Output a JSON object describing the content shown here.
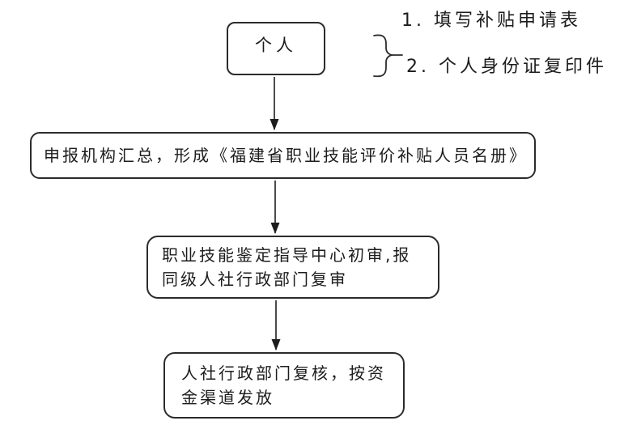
{
  "page": {
    "background_color": "#ffffff",
    "line_color": "#2b2b2b",
    "text_color": "#1c1c1c"
  },
  "flowchart": {
    "nodes": [
      {
        "id": "individual",
        "label": "个人"
      },
      {
        "id": "agency-summary",
        "label": "申报机构汇总，形成《福建省职业技能评价补贴人员名册》"
      },
      {
        "id": "center-review",
        "label": "职业技能鉴定指导中心初审,报\n同级人社行政部门复审"
      },
      {
        "id": "hr-disburse",
        "label": "人社行政部门复核，按资\n金渠道发放"
      }
    ],
    "attachments": [
      {
        "id": "note-1",
        "label": "1. 填写补贴申请表"
      },
      {
        "id": "note-2",
        "label": "2. 个人身份证复印件"
      }
    ]
  }
}
